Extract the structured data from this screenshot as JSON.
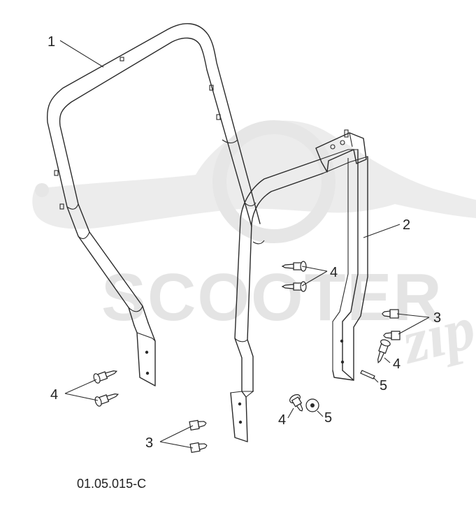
{
  "diagram": {
    "drawing_code": "01.05.015-C",
    "watermark": {
      "brand_text": "SCOOTER",
      "brand_suffix": "zip"
    },
    "callouts": [
      {
        "id": "callout-1a",
        "label": "1"
      },
      {
        "id": "callout-2a",
        "label": "2"
      },
      {
        "id": "callout-3a",
        "label": "3"
      },
      {
        "id": "callout-3b",
        "label": "3"
      },
      {
        "id": "callout-4a",
        "label": "4"
      },
      {
        "id": "callout-4b",
        "label": "4"
      },
      {
        "id": "callout-4c",
        "label": "4"
      },
      {
        "id": "callout-4d",
        "label": "4"
      },
      {
        "id": "callout-5a",
        "label": "5"
      },
      {
        "id": "callout-5b",
        "label": "5"
      }
    ],
    "colors": {
      "line": "#2a2a2a",
      "watermark": "#e4e4e4",
      "background": "#ffffff"
    }
  }
}
